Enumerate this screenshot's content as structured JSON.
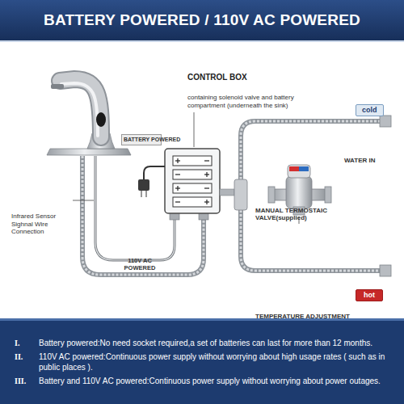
{
  "diagram": {
    "title": "BATTERY POWERED / 110V AC POWERED",
    "nodes": [
      {
        "text": [
          "cold"
        ]
      },
      {
        "text": [
          "BATTERY POWERED"
        ]
      },
      {
        "text": [
          "hot"
        ]
      },
      {
        "text": [
          "I.",
          "Battery powered:No need socket required,a set of batteries can last for more than 12 months.",
          "II.",
          "110V AC powered:Continuous power supply without worrying about high usage rates ( such as in public places ).",
          "III.",
          "Battery and 110V AC powered:Continuous power supply without worrying about power outages."
        ]
      }
    ],
    "labels": [
      "CONTROL BOX",
      "containing solenoid valve and battery compartment (underneath the sink)",
      "Infrared Sensor Sighnal Wire Connection",
      "110V AC POWERED",
      "WATER IN",
      "MANUAL TERMOSTAIC VALVE(supplied)",
      "TEMPERATURE ADJUSTMENT KNOB",
      "WATER IN"
    ]
  }
}
